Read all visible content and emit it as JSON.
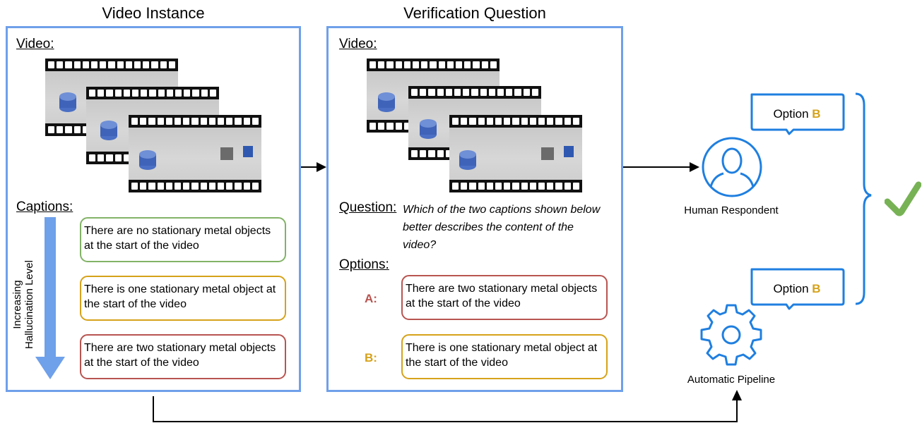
{
  "left_panel": {
    "title": "Video Instance",
    "video_label": "Video:",
    "captions_label": "Captions:",
    "arrow_label": "Increasing\nHallucination Level",
    "captions": [
      {
        "text": "There are no stationary metal objects at the start of the video",
        "color": "#82b366"
      },
      {
        "text": "There is one stationary metal object at the start of the video",
        "color": "#d6a21a"
      },
      {
        "text": "There are two stationary metal objects at the start of the video",
        "color": "#b85450"
      }
    ]
  },
  "middle_panel": {
    "title": "Verification Question",
    "video_label": "Video:",
    "question_label": "Question:",
    "question_text": "Which of the two captions shown below better describes the content of the video?",
    "options_label": "Options:",
    "options": [
      {
        "letter": "A:",
        "text": "There are two stationary metal objects at the start of the video",
        "color": "#b85450"
      },
      {
        "letter": "B:",
        "text": "There is one stationary metal object at the start of the video",
        "color": "#d6a21a"
      }
    ]
  },
  "respondents": {
    "human": {
      "bubble_prefix": "Option ",
      "bubble_choice": "B",
      "label": "Human Respondent"
    },
    "pipeline": {
      "bubble_prefix": "Option ",
      "bubble_choice": "B",
      "label": "Automatic Pipeline"
    }
  },
  "colors": {
    "panel_border": "#6fa0ea",
    "icon_blue": "#1f7fe0",
    "check_green": "#77b255",
    "choice_orange": "#d6a21a"
  },
  "icons": [
    "film-strip-icon",
    "person-icon",
    "gear-icon",
    "checkmark-icon",
    "speech-bubble-icon"
  ]
}
